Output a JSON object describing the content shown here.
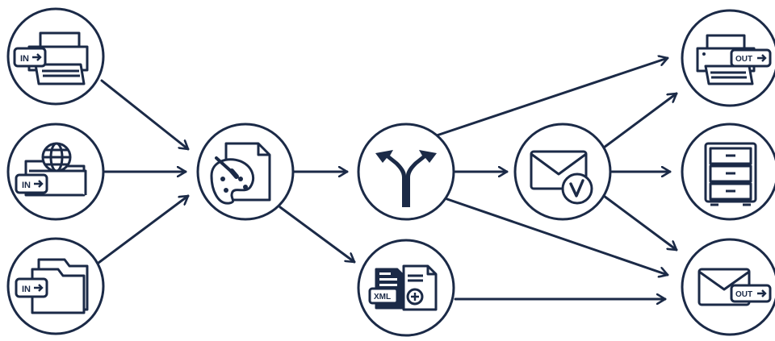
{
  "diagram": {
    "colors": {
      "stroke": "#1b2a47",
      "background": "#ffffff"
    },
    "badges": {
      "in_print": "IN",
      "in_web": "IN",
      "in_folder": "IN",
      "out_print": "OUT",
      "out_mail": "OUT",
      "xml": "XML"
    },
    "nodes": [
      {
        "id": "input-print",
        "icon": "printer-in-icon"
      },
      {
        "id": "input-web",
        "icon": "web-folder-in-icon"
      },
      {
        "id": "input-folder",
        "icon": "folder-in-icon"
      },
      {
        "id": "design",
        "icon": "palette-document-icon"
      },
      {
        "id": "split",
        "icon": "split-arrow-icon"
      },
      {
        "id": "xml-export",
        "icon": "xml-document-icon"
      },
      {
        "id": "email-verify",
        "icon": "envelope-check-icon"
      },
      {
        "id": "output-print",
        "icon": "printer-out-icon"
      },
      {
        "id": "output-archive",
        "icon": "filing-cabinet-icon"
      },
      {
        "id": "output-mail",
        "icon": "envelope-out-icon"
      }
    ]
  }
}
